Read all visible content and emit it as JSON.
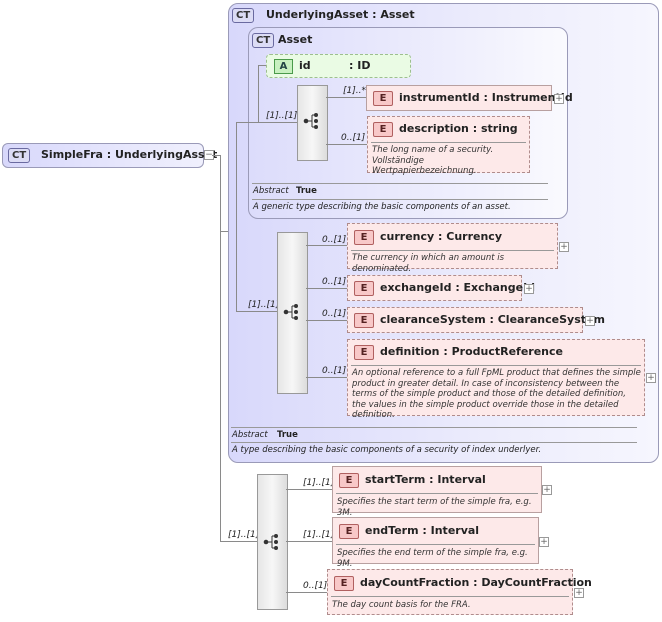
{
  "root": {
    "badge": "CT",
    "name": "SimpleFra",
    "type": "UnderlyingAsset"
  },
  "underlying_asset": {
    "badge": "CT",
    "title": "UnderlyingAsset : Asset",
    "abstract_label": "Abstract",
    "abstract_value": "True",
    "doc": "A type describing the basic components of a security of index underlyer."
  },
  "asset": {
    "badge": "CT",
    "title": "Asset",
    "abstract_label": "Abstract",
    "abstract_value": "True",
    "doc": "A generic type describing the basic components of an asset.",
    "attribute": {
      "badge": "A",
      "name": "id",
      "type": ": ID"
    },
    "seq_cardinality": "[1]..[1]",
    "elements": [
      {
        "badge": "E",
        "name": "instrumentId",
        "type": ": InstrumentId",
        "cardinality": "[1]..*",
        "doc": ""
      },
      {
        "badge": "E",
        "name": "description",
        "type": ": string",
        "cardinality": "0..[1]",
        "doc": "The long name of a security. Vollständige Wertpapierbezeichnung."
      }
    ]
  },
  "ua_sequence": {
    "cardinality": "[1]..[1]",
    "elements": [
      {
        "badge": "E",
        "name": "currency",
        "type": ": Currency",
        "cardinality": "0..[1]",
        "doc": "The currency in which an amount is denominated."
      },
      {
        "badge": "E",
        "name": "exchangeId",
        "type": ": ExchangeId",
        "cardinality": "0..[1]",
        "doc": ""
      },
      {
        "badge": "E",
        "name": "clearanceSystem",
        "type": ": ClearanceSystem",
        "cardinality": "0..[1]",
        "doc": ""
      },
      {
        "badge": "E",
        "name": "definition",
        "type": ": ProductReference",
        "cardinality": "0..[1]",
        "doc": "An optional reference to a full FpML product that defines the simple product in greater detail. In case of inconsistency between the terms of the simple product and those of the detailed definition, the values in the simple product override those in the detailed definition."
      }
    ]
  },
  "fra_sequence": {
    "cardinality": "[1]..[1]",
    "elements": [
      {
        "badge": "E",
        "name": "startTerm",
        "type": ": Interval",
        "cardinality": "[1]..[1]",
        "doc": "Specifies the start term of the simple fra, e.g. 3M."
      },
      {
        "badge": "E",
        "name": "endTerm",
        "type": ": Interval",
        "cardinality": "[1]..[1]",
        "doc": "Specifies the end term of the simple fra, e.g. 9M."
      },
      {
        "badge": "E",
        "name": "dayCountFraction",
        "type": ": DayCountFraction",
        "cardinality": "0..[1]",
        "doc": "The day count basis for the FRA."
      }
    ]
  }
}
